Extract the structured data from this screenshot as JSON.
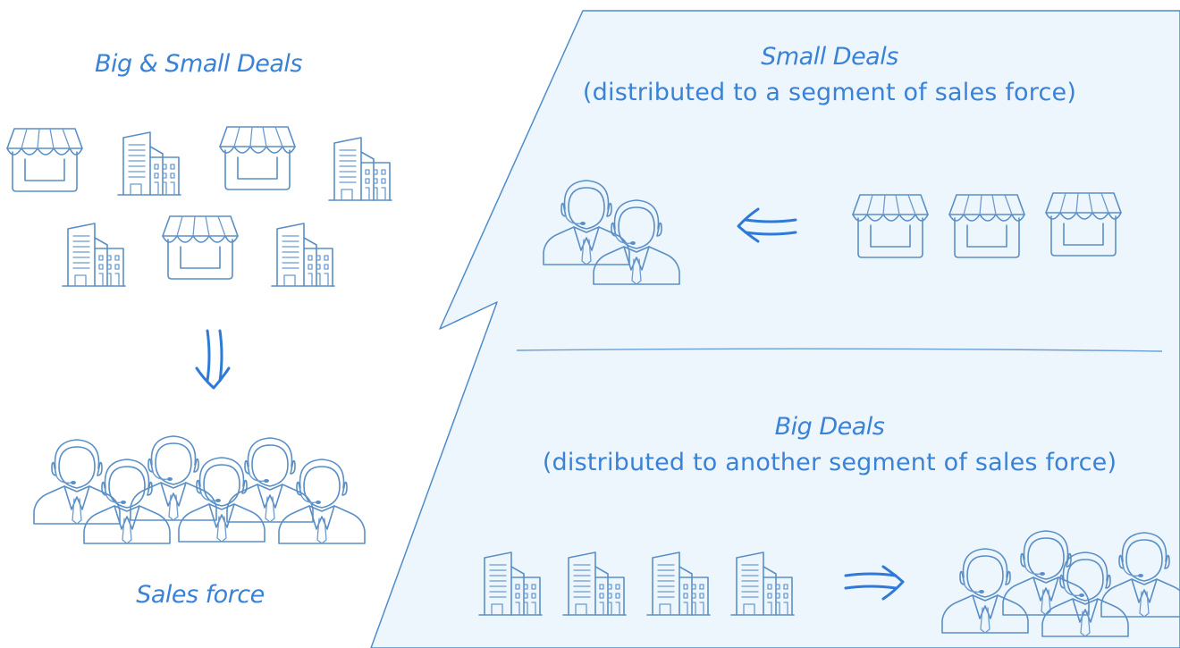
{
  "left_panel": {
    "title": "Big & Small Deals",
    "footer": "Sales force"
  },
  "right_panel": {
    "small_deals": {
      "title": "Small Deals",
      "subtitle": "(distributed to a segment of sales force)"
    },
    "big_deals": {
      "title": "Big Deals",
      "subtitle": "(distributed to another segment of sales force)"
    }
  },
  "colors": {
    "accent": "#3a82d6",
    "panel": "#eef6fd",
    "line": "#5a8fc6"
  },
  "icons": [
    "shop-icon",
    "office-building-icon",
    "sales-agent-headset-icon",
    "arrow-icon"
  ]
}
